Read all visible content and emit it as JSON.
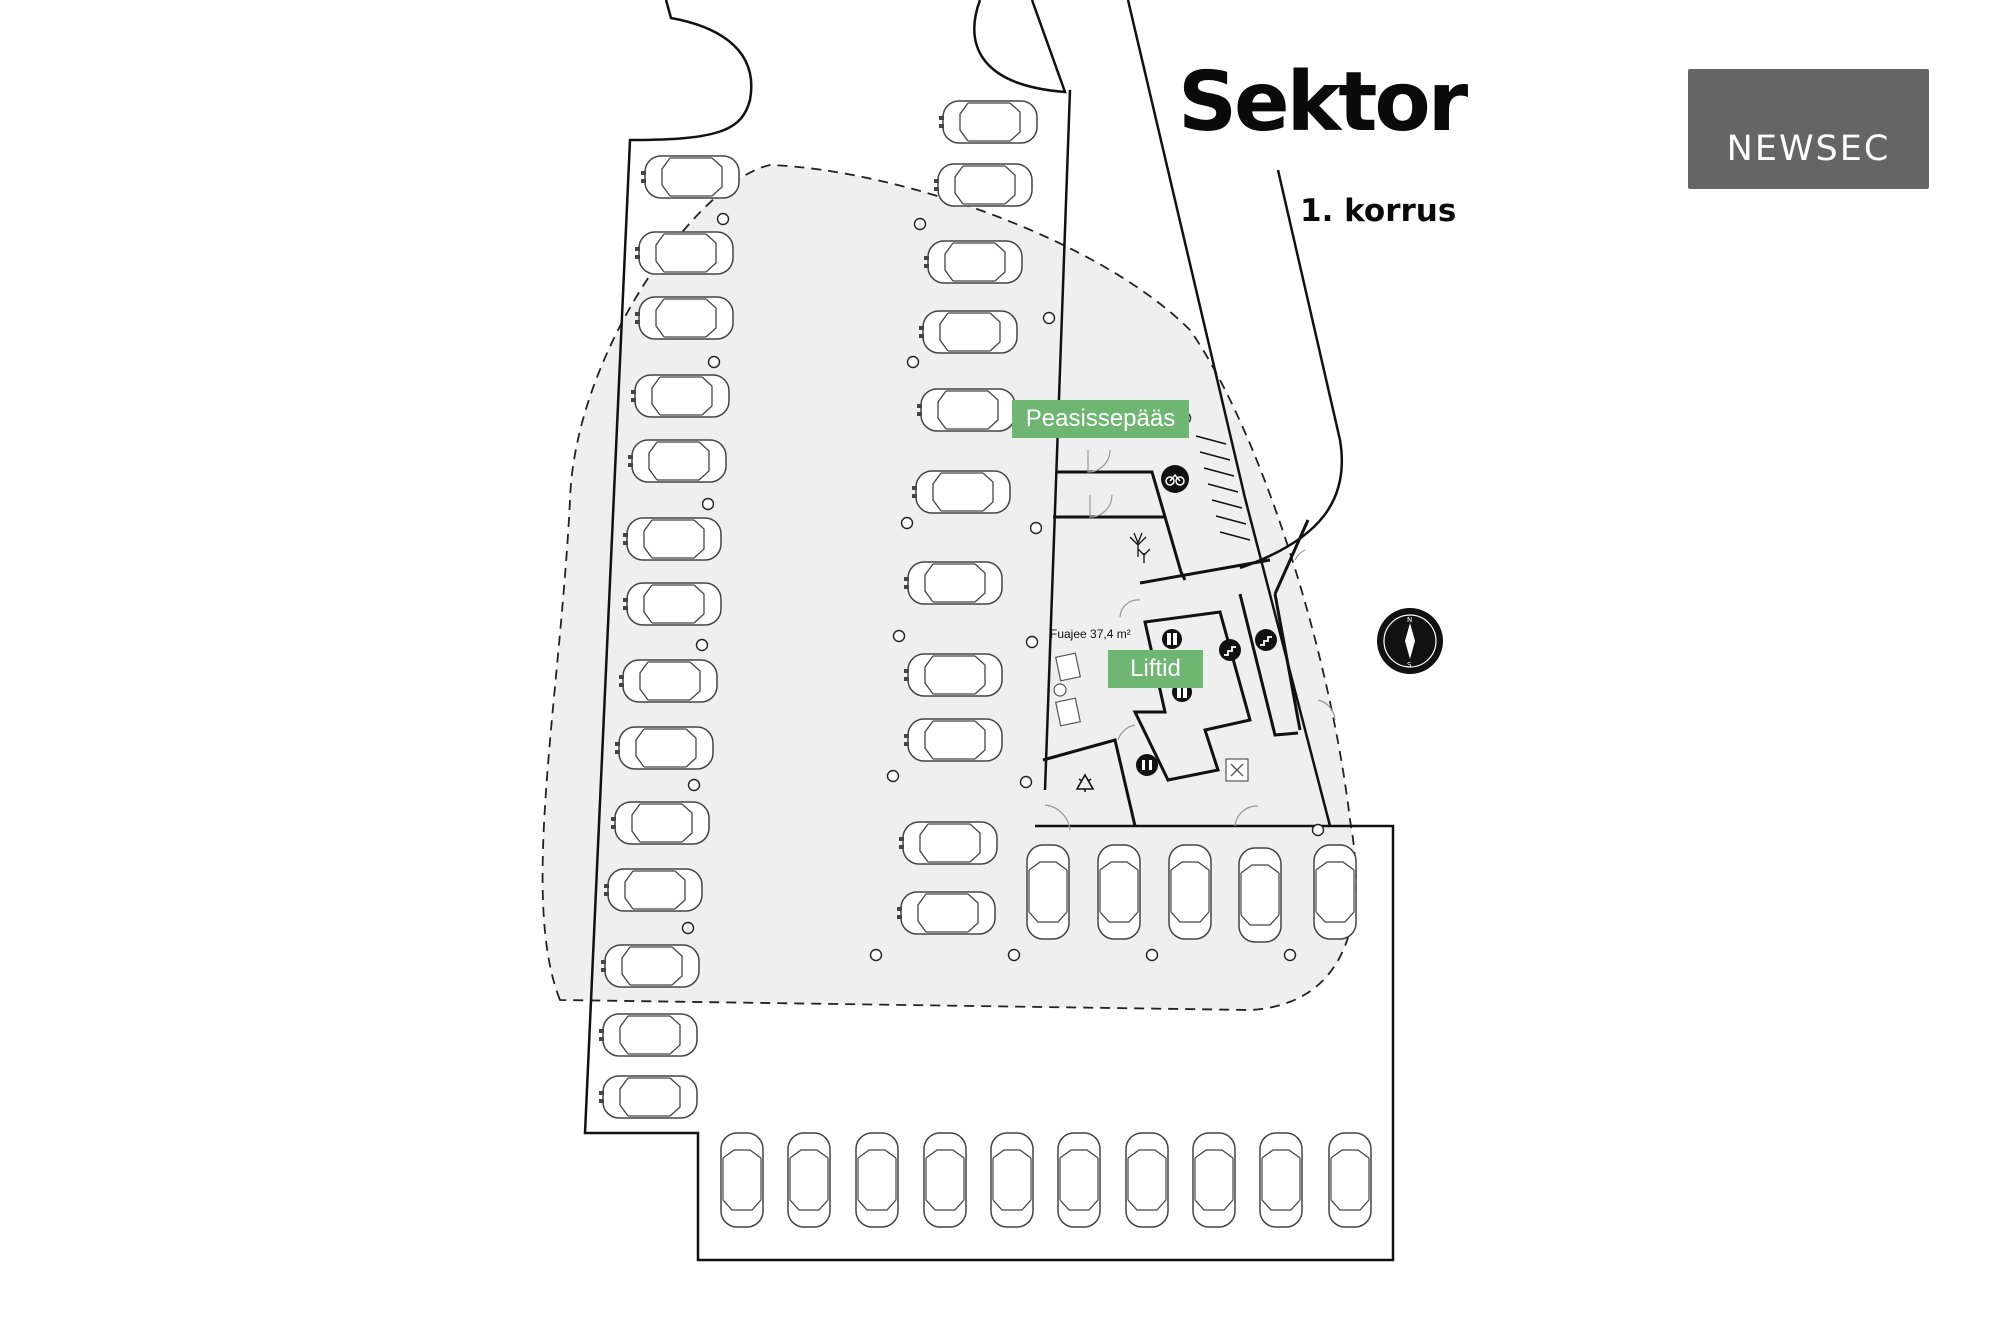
{
  "title": "Sektor",
  "floor": "1. korrus",
  "brand": "NEWSEC",
  "labels": {
    "main_entrance": "Peasissepääs",
    "lifts": "Liftid",
    "lobby": "Fuajee 37,4 m²"
  },
  "compass": {
    "north": "N",
    "south": "S"
  },
  "colors": {
    "floor_fill": "#efeff0",
    "label_green": "#6fb673",
    "brand_box": "#656565",
    "ink": "#0a0a0a"
  },
  "icons": [
    "bicycle-icon",
    "plant-icon",
    "elevator-icon",
    "stairs-icon",
    "restroom-icon",
    "recycle-icon",
    "fan-icon",
    "compass-icon"
  ]
}
